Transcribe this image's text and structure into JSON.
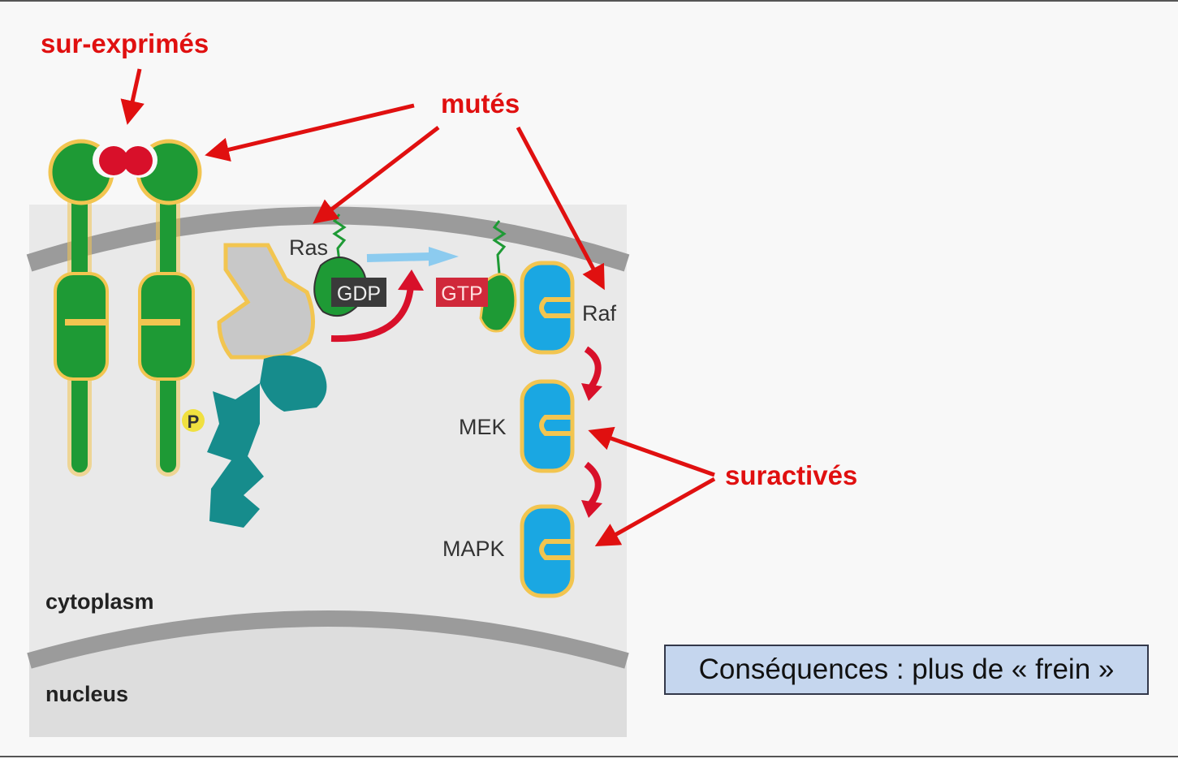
{
  "annotations": {
    "overexpressed": "sur-exprimés",
    "mutated": "mutés",
    "overactivated": "suractivés"
  },
  "proteins": {
    "ras": "Ras",
    "gdp": "GDP",
    "gtp": "GTP",
    "raf": "Raf",
    "mek": "MEK",
    "mapk": "MAPK",
    "phosphate": "P"
  },
  "compartments": {
    "cytoplasm": "cytoplasm",
    "nucleus": "nucleus"
  },
  "consequence": "Conséquences : plus de « frein »",
  "colors": {
    "annotation_red": "#e01010",
    "receptor_green": "#1e9a35",
    "receptor_outline": "#f2c550",
    "kinase_blue": "#1aa7e2",
    "adaptor_teal": "#168c8c",
    "sos_gray": "#c8c8c8",
    "membrane_gray": "#9b9b9b",
    "gtp_red": "#d0283a",
    "gdp_dark": "#3a3a3a",
    "flow_arrow_blue": "#8ccbef",
    "box_fill": "#c5d6ee"
  }
}
